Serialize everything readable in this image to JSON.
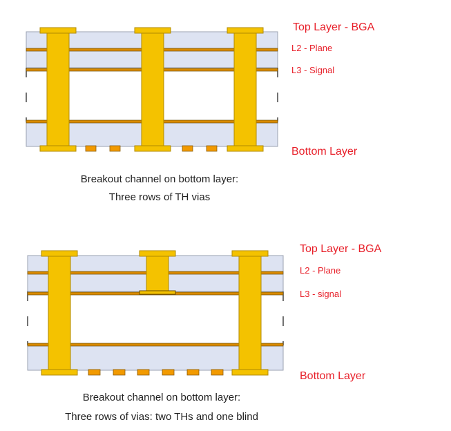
{
  "colors": {
    "substrate": "#dde3f2",
    "substrate_stroke": "#9aa0b0",
    "copper": "#f4c200",
    "copper_stroke": "#b08a00",
    "trace": "#d98a00",
    "trace_edge": "#6a4a00",
    "pad_small": "#f29a00",
    "label": "#e8202a",
    "caption": "#222222"
  },
  "diagrams": [
    {
      "labels": {
        "top": "Top Layer - BGA",
        "l2": "L2 - Plane",
        "l3": "L3 - Signal",
        "bottom": "Bottom Layer"
      },
      "caption": {
        "line1": "Breakout channel on bottom layer:",
        "line2": "Three rows of TH vias"
      }
    },
    {
      "labels": {
        "top": "Top Layer - BGA",
        "l2": "L2 - Plane",
        "l3": "L3 - signal",
        "bottom": "Bottom Layer"
      },
      "caption": {
        "line1": "Breakout channel on bottom layer:",
        "line2": "Three rows of vias: two THs and one blind"
      }
    }
  ]
}
